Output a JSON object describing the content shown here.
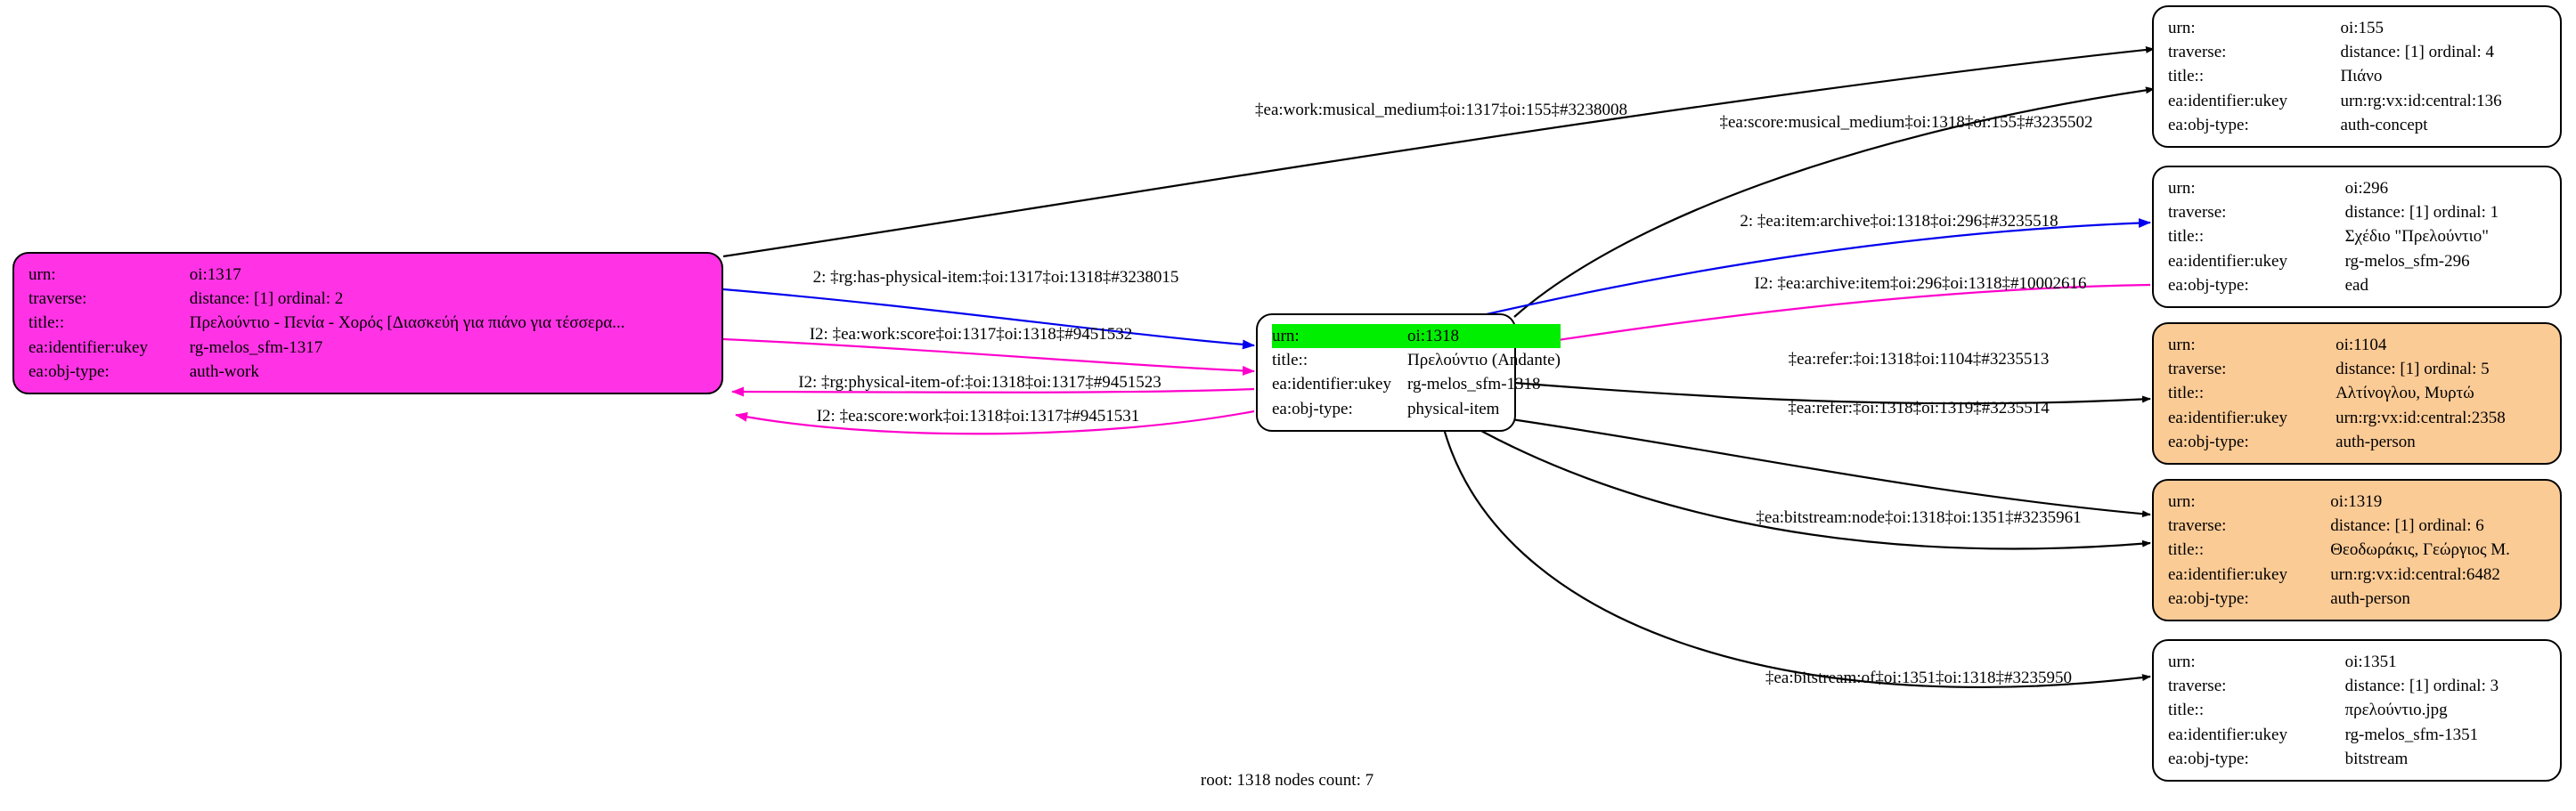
{
  "graph": {
    "caption": "root: 1318 nodes count: 7",
    "row_keys": {
      "urn": "urn:",
      "traverse": "traverse:",
      "title": "title::",
      "ukey": "ea:identifier:ukey",
      "objtype": "ea:obj-type:"
    },
    "colors": {
      "magenta": "#ff33e5",
      "orange": "#fbcb96",
      "white": "#ffffff",
      "highlight": "#00ee00",
      "edge_black": "#000000",
      "edge_blue": "#0000ee",
      "edge_magenta": "#ff00cc"
    },
    "nodes": [
      {
        "id": "oi1317",
        "fill": "magenta",
        "urn": "oi:1317",
        "traverse": "distance: [1]     ordinal: 2",
        "title": "Πρελούντιο - Πενία - Χορός [Διασκεύή για πιάνο για τέσσερα...",
        "ukey": "rg-melos_sfm-1317",
        "objtype": "auth-work",
        "has_traverse": true,
        "highlight_urn": false
      },
      {
        "id": "oi1318",
        "fill": "white",
        "urn": "oi:1318",
        "title": "Πρελούντιο (Andante)",
        "ukey": "rg-melos_sfm-1318",
        "objtype": "physical-item",
        "has_traverse": false,
        "highlight_urn": true
      },
      {
        "id": "oi155",
        "fill": "white",
        "urn": "oi:155",
        "traverse": "distance: [1]     ordinal: 4",
        "title": "Πιάνο",
        "ukey": "urn:rg:vx:id:central:136",
        "objtype": "auth-concept",
        "has_traverse": true,
        "highlight_urn": false
      },
      {
        "id": "oi296",
        "fill": "white",
        "urn": "oi:296",
        "traverse": "distance: [1]     ordinal: 1",
        "title": "Σχέδιο \"Πρελούντιο\"",
        "ukey": "rg-melos_sfm-296",
        "objtype": "ead",
        "has_traverse": true,
        "highlight_urn": false
      },
      {
        "id": "oi1104",
        "fill": "orange",
        "urn": "oi:1104",
        "traverse": "distance: [1]     ordinal: 5",
        "title": "Αλτίνογλου, Μυρτώ",
        "ukey": "urn:rg:vx:id:central:2358",
        "objtype": "auth-person",
        "has_traverse": true,
        "highlight_urn": false
      },
      {
        "id": "oi1319",
        "fill": "orange",
        "urn": "oi:1319",
        "traverse": "distance: [1]     ordinal: 6",
        "title": "Θεοδωράκις, Γεώργιος Μ.",
        "ukey": "urn:rg:vx:id:central:6482",
        "objtype": "auth-person",
        "has_traverse": true,
        "highlight_urn": false
      },
      {
        "id": "oi1351",
        "fill": "white",
        "urn": "oi:1351",
        "traverse": "distance: [1]     ordinal: 3",
        "title": "πρελούντιο.jpg",
        "ukey": "rg-melos_sfm-1351",
        "objtype": "bitstream",
        "has_traverse": true,
        "highlight_urn": false
      }
    ],
    "edges": [
      {
        "id": "e-work-musical-medium",
        "label": "‡ea:work:musical_medium‡oi:1317‡oi:155‡#3238008",
        "color": "edge_black",
        "from": "oi1317",
        "to": "oi155"
      },
      {
        "id": "e-score-musical-medium",
        "label": "‡ea:score:musical_medium‡oi:1318‡oi:155‡#3235502",
        "color": "edge_black",
        "from": "oi1318",
        "to": "oi155"
      },
      {
        "id": "e-item-archive",
        "label": "2: ‡ea:item:archive‡oi:1318‡oi:296‡#3235518",
        "color": "edge_blue",
        "from": "oi1318",
        "to": "oi296"
      },
      {
        "id": "e-archive-item",
        "label": "I2: ‡ea:archive:item‡oi:296‡oi:1318‡#10002616",
        "color": "edge_magenta",
        "from": "oi296",
        "to": "oi1318"
      },
      {
        "id": "e-has-physical-item",
        "label": "2: ‡rg:has-physical-item:‡oi:1317‡oi:1318‡#3238015",
        "color": "edge_blue",
        "from": "oi1317",
        "to": "oi1318"
      },
      {
        "id": "e-work-score",
        "label": "I2: ‡ea:work:score‡oi:1317‡oi:1318‡#9451532",
        "color": "edge_magenta",
        "from": "oi1317",
        "to": "oi1318"
      },
      {
        "id": "e-physical-item-of",
        "label": "I2: ‡rg:physical-item-of:‡oi:1318‡oi:1317‡#9451523",
        "color": "edge_magenta",
        "from": "oi1318",
        "to": "oi1317"
      },
      {
        "id": "e-score-work",
        "label": "I2: ‡ea:score:work‡oi:1318‡oi:1317‡#9451531",
        "color": "edge_magenta",
        "from": "oi1318",
        "to": "oi1317"
      },
      {
        "id": "e-refer-1104",
        "label": "‡ea:refer:‡oi:1318‡oi:1104‡#3235513",
        "color": "edge_black",
        "from": "oi1318",
        "to": "oi1104"
      },
      {
        "id": "e-refer-1319",
        "label": "‡ea:refer:‡oi:1318‡oi:1319‡#3235514",
        "color": "edge_black",
        "from": "oi1318",
        "to": "oi1319"
      },
      {
        "id": "e-bitstream-node",
        "label": "‡ea:bitstream:node‡oi:1318‡oi:1351‡#3235961",
        "color": "edge_black",
        "from": "oi1318",
        "to": "oi1351"
      },
      {
        "id": "e-bitstream-of",
        "label": "‡ea:bitstream:of‡oi:1351‡oi:1318‡#3235950",
        "color": "edge_black",
        "from": "oi1351",
        "to": "oi1318"
      }
    ]
  }
}
